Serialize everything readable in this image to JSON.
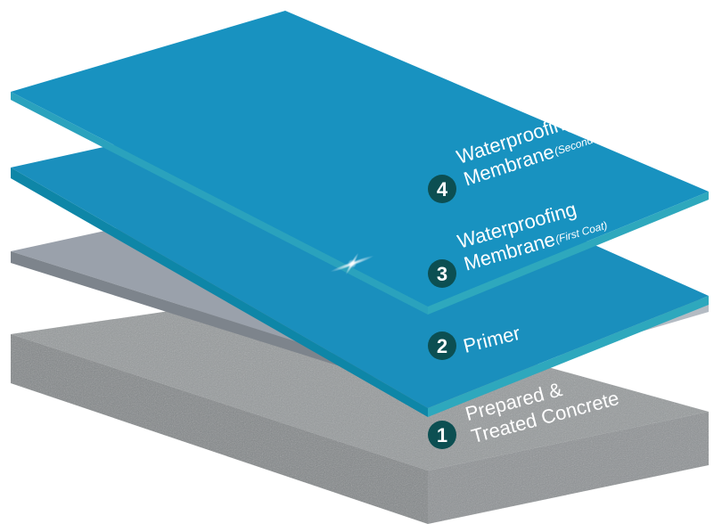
{
  "colors": {
    "membrane": "#1a93c0",
    "membrane_edge": "#2ea8bd",
    "primer": "#9ea5ae",
    "concrete": "#8e9294",
    "badge": "#0c4f52"
  },
  "layers": [
    {
      "number": "1",
      "line1": "Prepared &",
      "line2": "Treated Concrete",
      "note": ""
    },
    {
      "number": "2",
      "line1": "Primer",
      "line2": "",
      "note": ""
    },
    {
      "number": "3",
      "line1": "Waterproofing",
      "line2": "Membrane",
      "note": "(First Coat)"
    },
    {
      "number": "4",
      "line1": "Waterproofing",
      "line2": "Membrane",
      "note": "(Second Coat)"
    }
  ]
}
